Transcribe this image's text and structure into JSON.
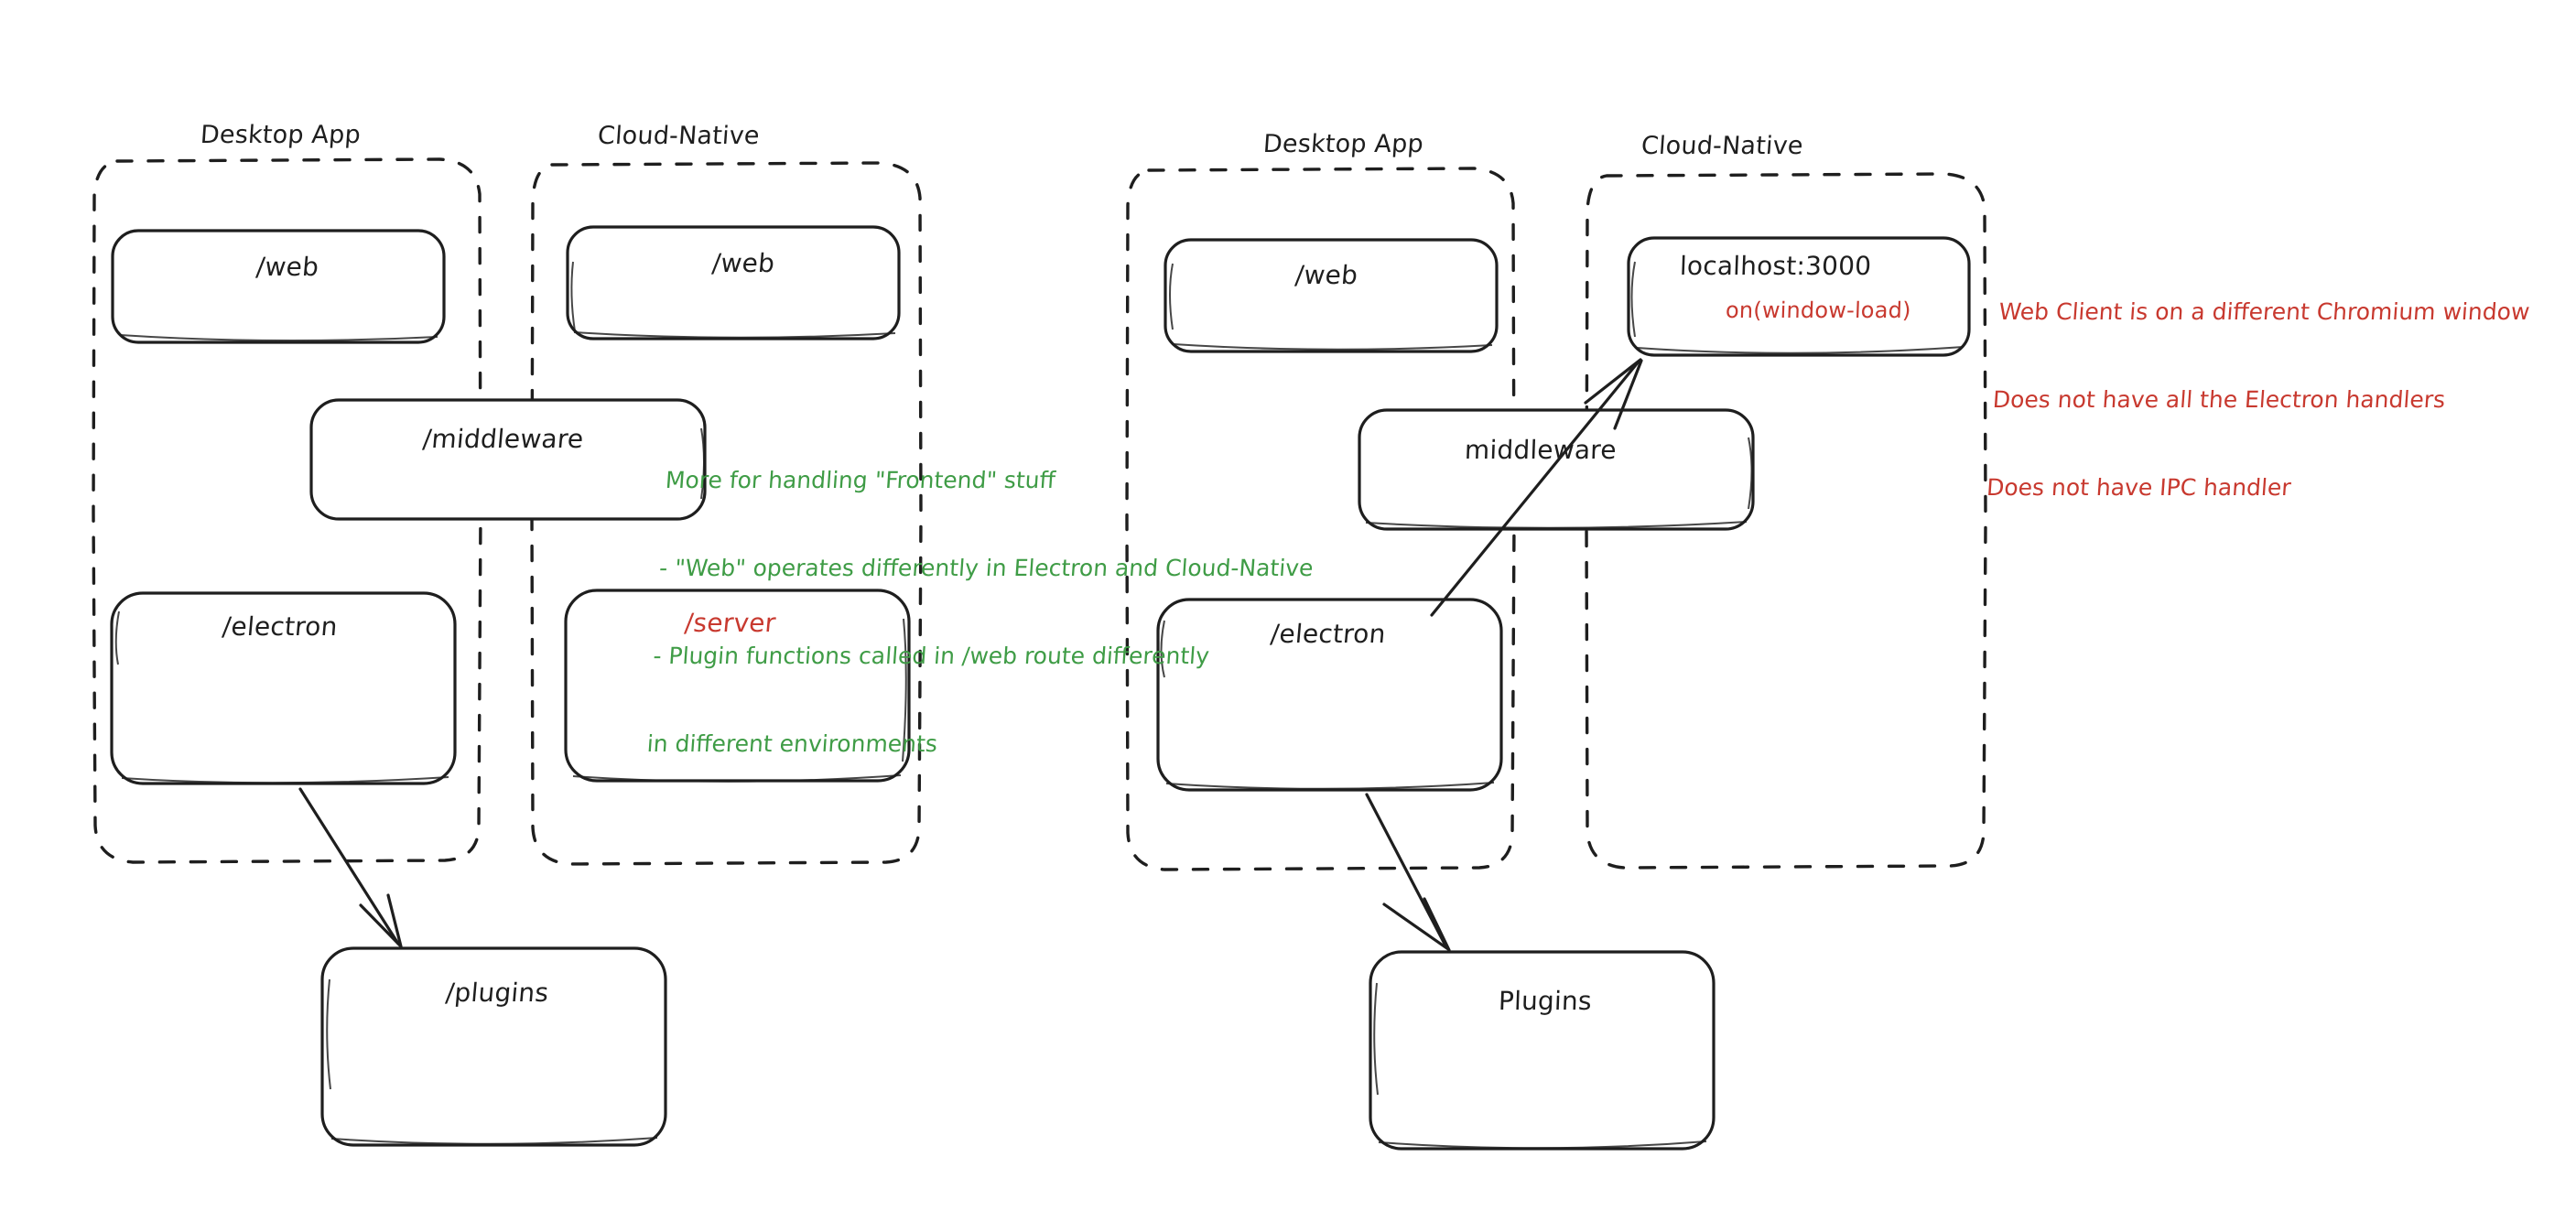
{
  "diagram": {
    "title_left": "Desktop App",
    "groups": [
      {
        "id": "left-desktop",
        "label": "Desktop App",
        "nodes": [
          {
            "id": "left-web",
            "label": "/web",
            "color": "black"
          },
          {
            "id": "left-electron",
            "label": "/electron",
            "color": "black"
          }
        ]
      },
      {
        "id": "left-cloud",
        "label": "Cloud-Native",
        "nodes": [
          {
            "id": "left-web-cloud",
            "label": "/web",
            "color": "black"
          },
          {
            "id": "left-server",
            "label": "/server",
            "color": "red"
          }
        ]
      },
      {
        "id": "right-desktop",
        "label": "Desktop App",
        "nodes": [
          {
            "id": "right-web",
            "label": "/web",
            "color": "black"
          },
          {
            "id": "right-electron",
            "label": "/electron",
            "color": "black"
          }
        ]
      },
      {
        "id": "right-cloud",
        "label": "Cloud-Native",
        "nodes": [
          {
            "id": "right-localhost",
            "label": "localhost:3000",
            "color": "black"
          }
        ]
      }
    ],
    "shared_nodes": [
      {
        "id": "left-middleware",
        "label": "/middleware"
      },
      {
        "id": "right-middleware",
        "label": "middleware"
      }
    ],
    "plugin_nodes": [
      {
        "id": "left-plugins",
        "label": "/plugins"
      },
      {
        "id": "right-plugins",
        "label": "Plugins"
      }
    ],
    "sub_labels": [
      {
        "id": "on-window-load",
        "label": "on(window-load)",
        "color": "red"
      }
    ],
    "annotations": {
      "green_note": {
        "color": "#3f9c46",
        "lines": [
          "More for handling \"Frontend\" stuff",
          "- \"Web\" operates differently in Electron and Cloud-Native",
          "- Plugin functions called in /web route differently",
          "in different environments"
        ]
      },
      "red_note": {
        "color": "#c8392f",
        "lines": [
          "Web Client is on a different Chromium window",
          "Does not have all the Electron handlers",
          "Does not have IPC handler"
        ]
      }
    },
    "colors": {
      "ink": "#1e1e1e",
      "red": "#c8392f",
      "green": "#3f9c46",
      "background": "#ffffff"
    }
  }
}
